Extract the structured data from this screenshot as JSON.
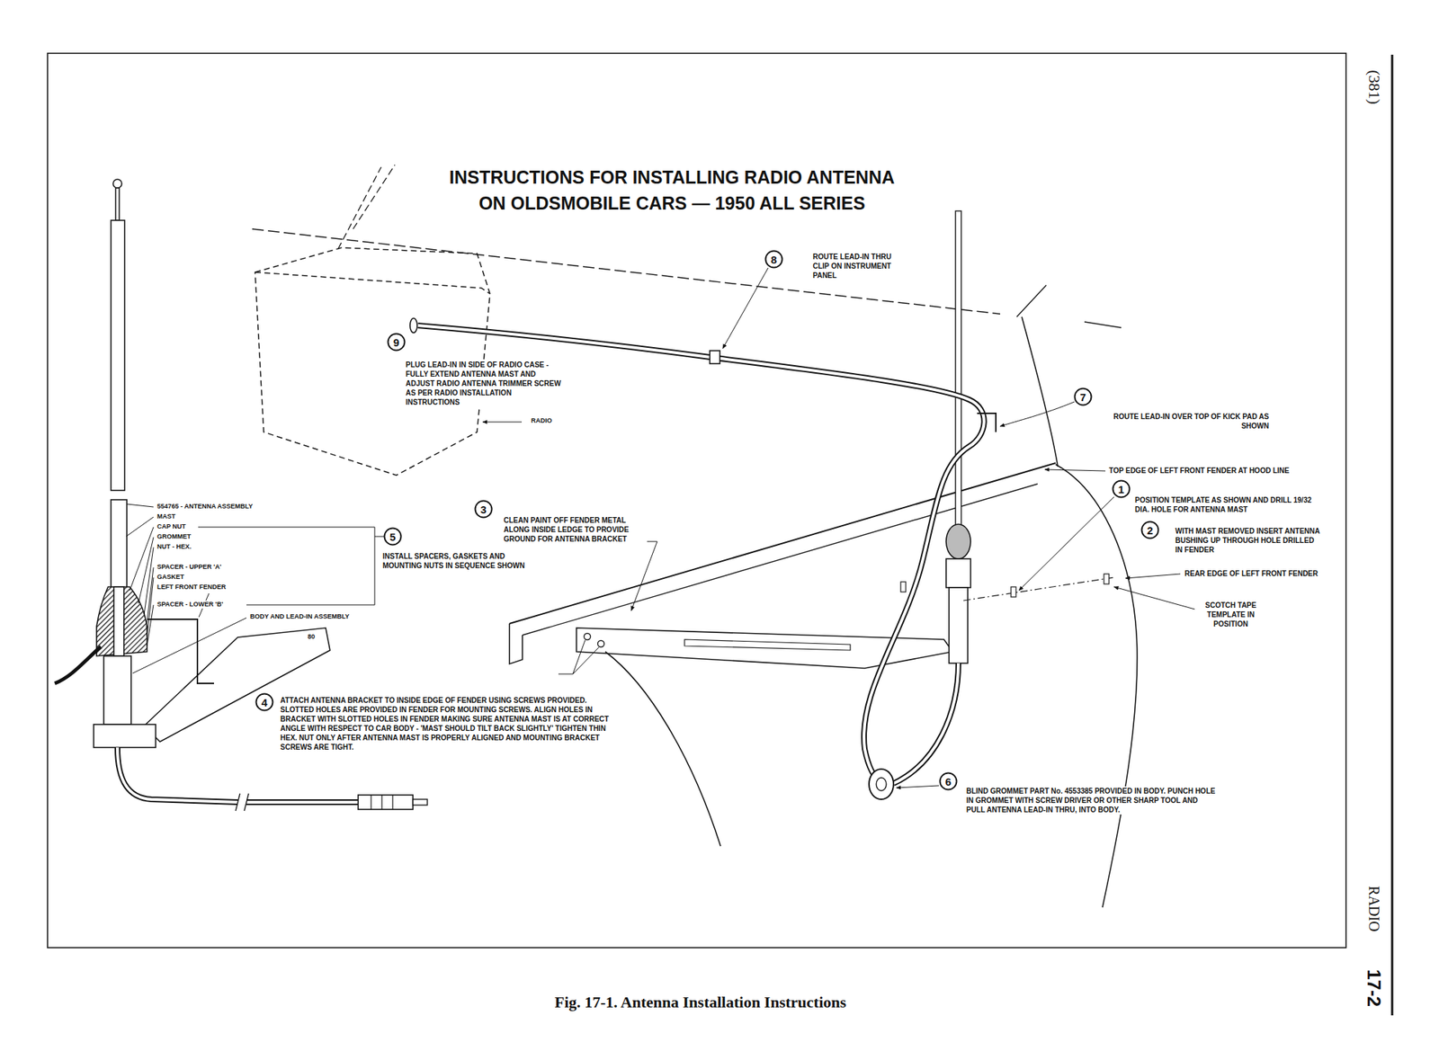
{
  "diagram": {
    "title": "INSTRUCTIONS FOR INSTALLING RADIO ANTENNA ON OLDSMOBILE CARS — 1950 ALL SERIES",
    "caption": "Fig. 17-1. Antenna Installation Instructions",
    "nodes": [
      {
        "text": [
          "1"
        ]
      },
      {
        "text": [
          "2"
        ]
      },
      {
        "text": [
          "3"
        ]
      },
      {
        "text": [
          "4"
        ]
      },
      {
        "text": [
          "5"
        ]
      },
      {
        "text": [
          "6"
        ]
      },
      {
        "text": [
          "7"
        ]
      },
      {
        "text": [
          "8"
        ]
      },
      {
        "text": [
          "9"
        ]
      }
    ],
    "labels": [
      "554765 - ANTENNA ASSEMBLY",
      "MAST",
      "CAP NUT",
      "GROMMET",
      "NUT - HEX.",
      "SPACER - UPPER 'A'",
      "GASKET",
      "LEFT FRONT FENDER",
      "SPACER - LOWER 'B'",
      "BODY AND LEAD-IN ASSEMBLY",
      "80",
      "INSTALL SPACERS, GASKETS AND MOUNTING NUTS IN SEQUENCE SHOWN",
      "CLEAN PAINT OFF FENDER METAL ALONG INSIDE LEDGE TO PROVIDE GROUND FOR ANTENNA BRACKET",
      "ATTACH ANTENNA BRACKET TO INSIDE EDGE OF FENDER USING SCREWS PROVIDED. SLOTTED HOLES ARE PROVIDED IN FENDER FOR MOUNTING SCREWS. ALIGN HOLES IN BRACKET WITH SLOTTED HOLES IN FENDER MAKING SURE ANTENNA MAST IS AT CORRECT ANGLE WITH RESPECT TO CAR BODY - 'MAST SHOULD TILT BACK SLIGHTLY' TIGHTEN THIN HEX. NUT ONLY AFTER ANTENNA MAST IS PROPERLY ALIGNED AND MOUNTING BRACKET SCREWS ARE TIGHT.",
      "ROUTE LEAD-IN THRU CLIP ON INSTRUMENT PANEL",
      "PLUG LEAD-IN IN SIDE OF RADIO CASE - FULLY EXTEND ANTENNA MAST AND ADJUST RADIO ANTENNA TRIMMER SCREW AS PER RADIO INSTALLATION INSTRUCTIONS",
      "RADIO",
      "ROUTE LEAD-IN OVER TOP OF KICK PAD AS SHOWN",
      "TOP EDGE OF LEFT FRONT FENDER AT HOOD LINE",
      "POSITION TEMPLATE AS SHOWN AND DRILL 19/32 DIA. HOLE FOR ANTENNA MAST",
      "WITH MAST REMOVED INSERT ANTENNA BUSHING UP THROUGH HOLE DRILLED IN FENDER",
      "REAR EDGE OF LEFT FRONT FENDER",
      "SCOTCH TAPE TEMPLATE IN POSITION",
      "BLIND GROMMET PART No. 4553385 PROVIDED IN BODY. PUNCH HOLE IN GROMMET WITH SCREW DRIVER OR OTHER SHARP TOOL AND PULL ANTENNA LEAD-IN THRU, INTO BODY.",
      "(381)",
      "RADIO",
      "17-2"
    ]
  }
}
